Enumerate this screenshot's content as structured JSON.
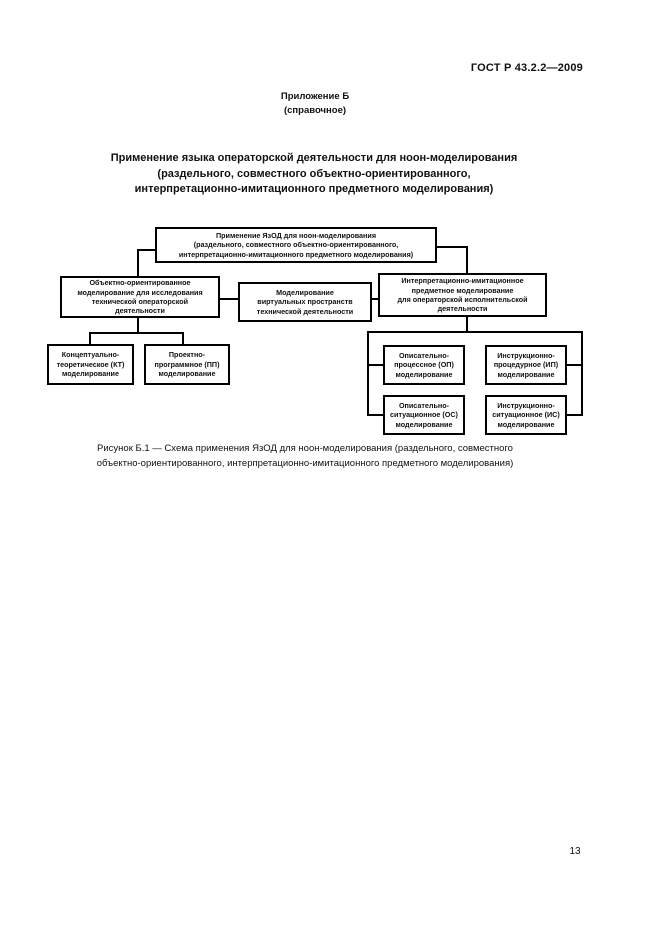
{
  "page": {
    "header": "ГОСТ Р 43.2.2—2009",
    "page_number": "13"
  },
  "appendix": {
    "label": "Приложение Б",
    "type": "(справочное)"
  },
  "title": "Применение языка операторской деятельности для ноон-моделирования\n(раздельного, совместного объектно-ориентированного,\nинтерпретационно-имитационного предметного моделирования)",
  "diagram": {
    "root": "Применение ЯзОД для ноон-моделирования\n(раздельного, совместного объектно-ориентированного,\nинтерпретационно-имитационного предметного моделирования)",
    "level2": {
      "left": "Объектно-ориентированное\nмоделирование для исследования\nтехнической операторской\nдеятельности",
      "middle": "Моделирование\nвиртуальных пространств\nтехнической деятельности",
      "right": "Интерпретационно-имитационное\nпредметное моделирование\nдля операторской исполнительской\nдеятельности"
    },
    "leaves": {
      "kt": "Концептуально-\nтеоретическое (КТ)\nмоделирование",
      "pp": "Проектно-\nпрограммное (ПП)\nмоделирование",
      "op": "Описательно-\nпроцессное (ОП)\nмоделирование",
      "ip": "Инструкционно-\nпроцедурное (ИП)\nмоделирование",
      "os": "Описательно-\nситуационное (ОС)\nмоделирование",
      "is": "Инструкционно-\nситуационное (ИС)\nмоделирование"
    }
  },
  "caption": "Рисунок  Б.1 — Схема применения ЯзОД для ноон-моделирования (раздельного, совместного\nобъектно-ориентированного, интерпретационно-имитационного предметного моделирования)"
}
